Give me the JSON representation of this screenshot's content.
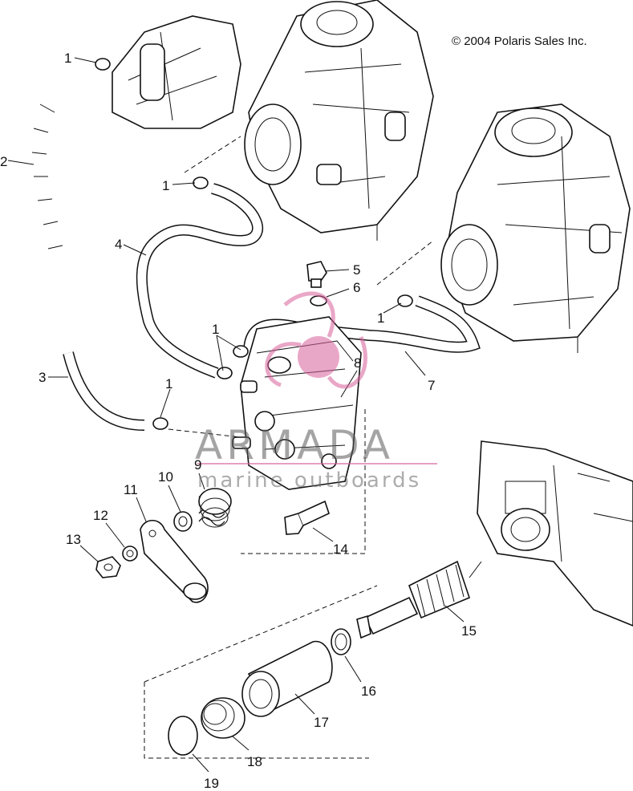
{
  "copyright": "© 2004 Polaris Sales Inc.",
  "watermark": {
    "brand": "ARMADA",
    "tagline": "marine outboards",
    "logo_color": "#d8609b"
  },
  "callouts": [
    "1",
    "1",
    "1",
    "1",
    "1",
    "2",
    "3",
    "4",
    "5",
    "6",
    "7",
    "8",
    "9",
    "10",
    "11",
    "12",
    "13",
    "14",
    "15",
    "16",
    "17",
    "18",
    "19"
  ]
}
